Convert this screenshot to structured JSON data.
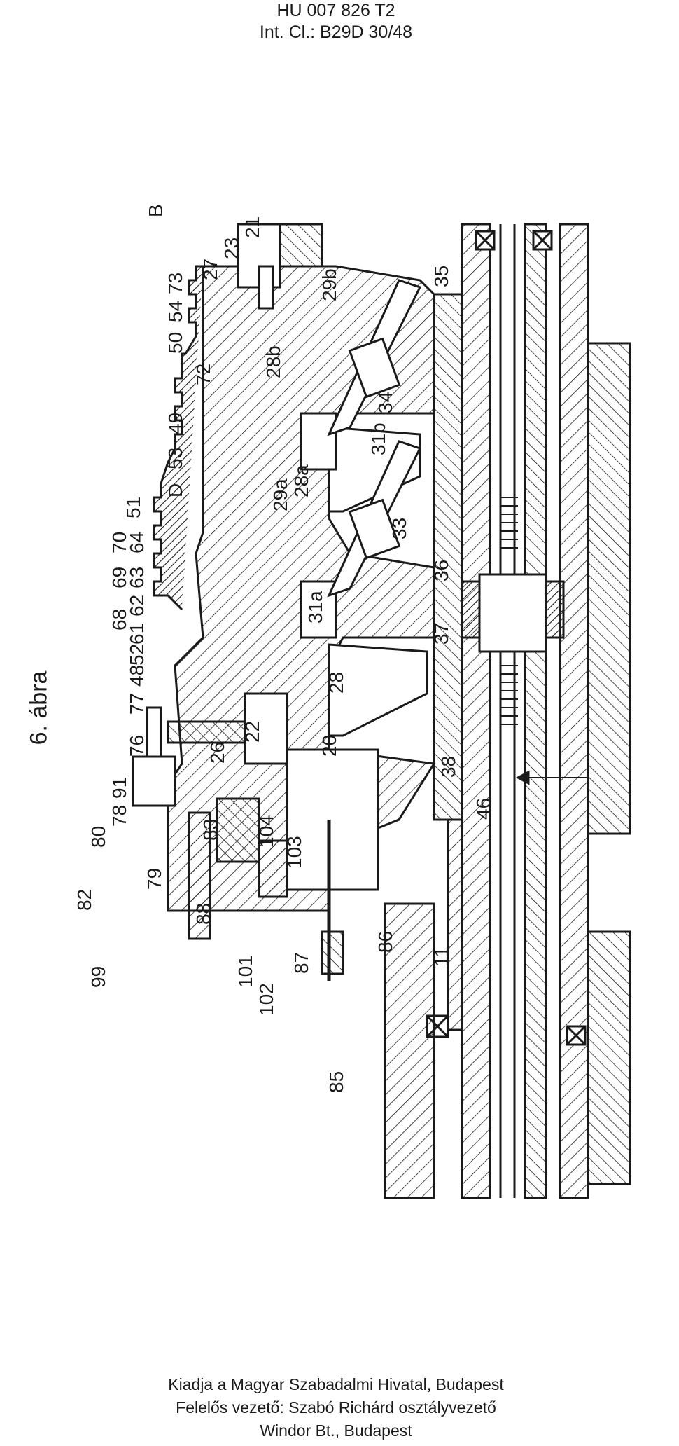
{
  "header": {
    "line1": "HU 007 826 T2",
    "line2": "Int. Cl.: B29D 30/48"
  },
  "figure": {
    "label": "6. ábra"
  },
  "drawing": {
    "reference_labels": [
      {
        "id": "B",
        "text": "B"
      },
      {
        "id": "21",
        "text": "21"
      },
      {
        "id": "23",
        "text": "23"
      },
      {
        "id": "27",
        "text": "27"
      },
      {
        "id": "73",
        "text": "73"
      },
      {
        "id": "54",
        "text": "54"
      },
      {
        "id": "50",
        "text": "50"
      },
      {
        "id": "72",
        "text": "72"
      },
      {
        "id": "49",
        "text": "49"
      },
      {
        "id": "53",
        "text": "53"
      },
      {
        "id": "D",
        "text": "D"
      },
      {
        "id": "51",
        "text": "51"
      },
      {
        "id": "70",
        "text": "70"
      },
      {
        "id": "64",
        "text": "64"
      },
      {
        "id": "69",
        "text": "69"
      },
      {
        "id": "63",
        "text": "63"
      },
      {
        "id": "62",
        "text": "62"
      },
      {
        "id": "68",
        "text": "68"
      },
      {
        "id": "61",
        "text": "61"
      },
      {
        "id": "52",
        "text": "52"
      },
      {
        "id": "48",
        "text": "48"
      },
      {
        "id": "77",
        "text": "77"
      },
      {
        "id": "76",
        "text": "76"
      },
      {
        "id": "91",
        "text": "91"
      },
      {
        "id": "78",
        "text": "78"
      },
      {
        "id": "80",
        "text": "80"
      },
      {
        "id": "82",
        "text": "82"
      },
      {
        "id": "79",
        "text": "79"
      },
      {
        "id": "99",
        "text": "99"
      },
      {
        "id": "83",
        "text": "83"
      },
      {
        "id": "88",
        "text": "88"
      },
      {
        "id": "26",
        "text": "26"
      },
      {
        "id": "22",
        "text": "22"
      },
      {
        "id": "20",
        "text": "20"
      },
      {
        "id": "104",
        "text": "104"
      },
      {
        "id": "103",
        "text": "103"
      },
      {
        "id": "101",
        "text": "101"
      },
      {
        "id": "102",
        "text": "102"
      },
      {
        "id": "87",
        "text": "87"
      },
      {
        "id": "86",
        "text": "86"
      },
      {
        "id": "85",
        "text": "85"
      },
      {
        "id": "11",
        "text": "11"
      },
      {
        "id": "46",
        "text": "46"
      },
      {
        "id": "38",
        "text": "38"
      },
      {
        "id": "28",
        "text": "28"
      },
      {
        "id": "37",
        "text": "37"
      },
      {
        "id": "36",
        "text": "36"
      },
      {
        "id": "33",
        "text": "33"
      },
      {
        "id": "31a",
        "text": "31a"
      },
      {
        "id": "29a",
        "text": "29a"
      },
      {
        "id": "28a",
        "text": "28a"
      },
      {
        "id": "31b",
        "text": "31b"
      },
      {
        "id": "28b",
        "text": "28b"
      },
      {
        "id": "29b",
        "text": "29b"
      },
      {
        "id": "34",
        "text": "34"
      },
      {
        "id": "35",
        "text": "35"
      }
    ],
    "colors": {
      "ink": "#1a1a1a",
      "paper": "#ffffff"
    }
  },
  "footer": {
    "line1": "Kiadja a Magyar Szabadalmi Hivatal, Budapest",
    "line2": "Felelős vezető: Szabó Richárd osztályvezető",
    "line3": "Windor Bt., Budapest"
  }
}
